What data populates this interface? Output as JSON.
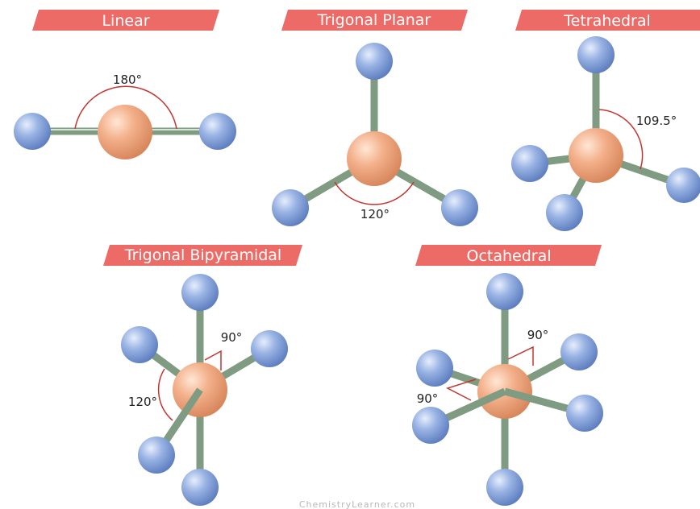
{
  "diagram": {
    "geometries": [
      {
        "name": "Linear",
        "angles": [
          "180°"
        ]
      },
      {
        "name": "Trigonal Planar",
        "angles": [
          "120°"
        ]
      },
      {
        "name": "Tetrahedral",
        "angles": [
          "109.5°"
        ]
      },
      {
        "name": "Trigonal Bipyramidal",
        "angles": [
          "90°",
          "120°"
        ]
      },
      {
        "name": "Octahedral",
        "angles": [
          "90°",
          "90°"
        ]
      }
    ],
    "credit": "ChemistryLearner.com"
  },
  "colors": {
    "banner": "#ec6b66",
    "outer_atom": "#8aa6dc",
    "central_atom": "#f0a87c",
    "bond": "#7f9b82",
    "angle_arc": "#c53530"
  }
}
